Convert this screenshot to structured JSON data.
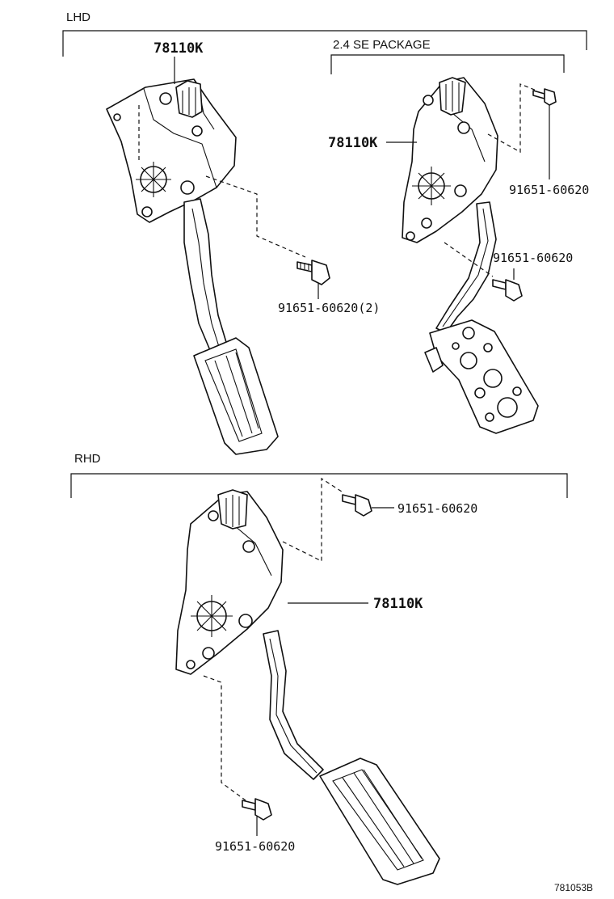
{
  "sections": {
    "lhd": {
      "label": "LHD"
    },
    "lhd_package": {
      "label": "2.4 SE PACKAGE"
    },
    "rhd": {
      "label": "RHD"
    }
  },
  "callouts": {
    "lhd_pedal": "78110K",
    "lhd_bolt": "91651-60620(2)",
    "pkg_pedal": "78110K",
    "pkg_bolt_top": "91651-60620",
    "pkg_bolt_bottom": "91651-60620",
    "rhd_bolt_top": "91651-60620",
    "rhd_pedal": "78110K",
    "rhd_bolt_bottom": "91651-60620"
  },
  "footer": {
    "diagram_code": "781053B"
  }
}
